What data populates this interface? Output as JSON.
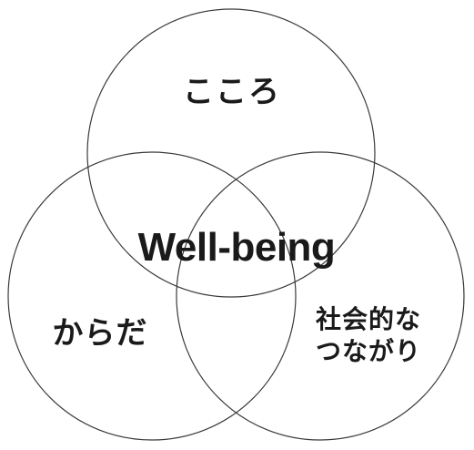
{
  "diagram": {
    "center_label": "Well-being",
    "sets": [
      {
        "id": "mind",
        "label": "こころ"
      },
      {
        "id": "body",
        "label": "からだ"
      },
      {
        "id": "social",
        "label_lines": [
          "社会的な",
          "つながり"
        ]
      }
    ],
    "stroke_color": "#3a3a3a",
    "text_color": "#1a1a1a",
    "background": "#ffffff"
  }
}
